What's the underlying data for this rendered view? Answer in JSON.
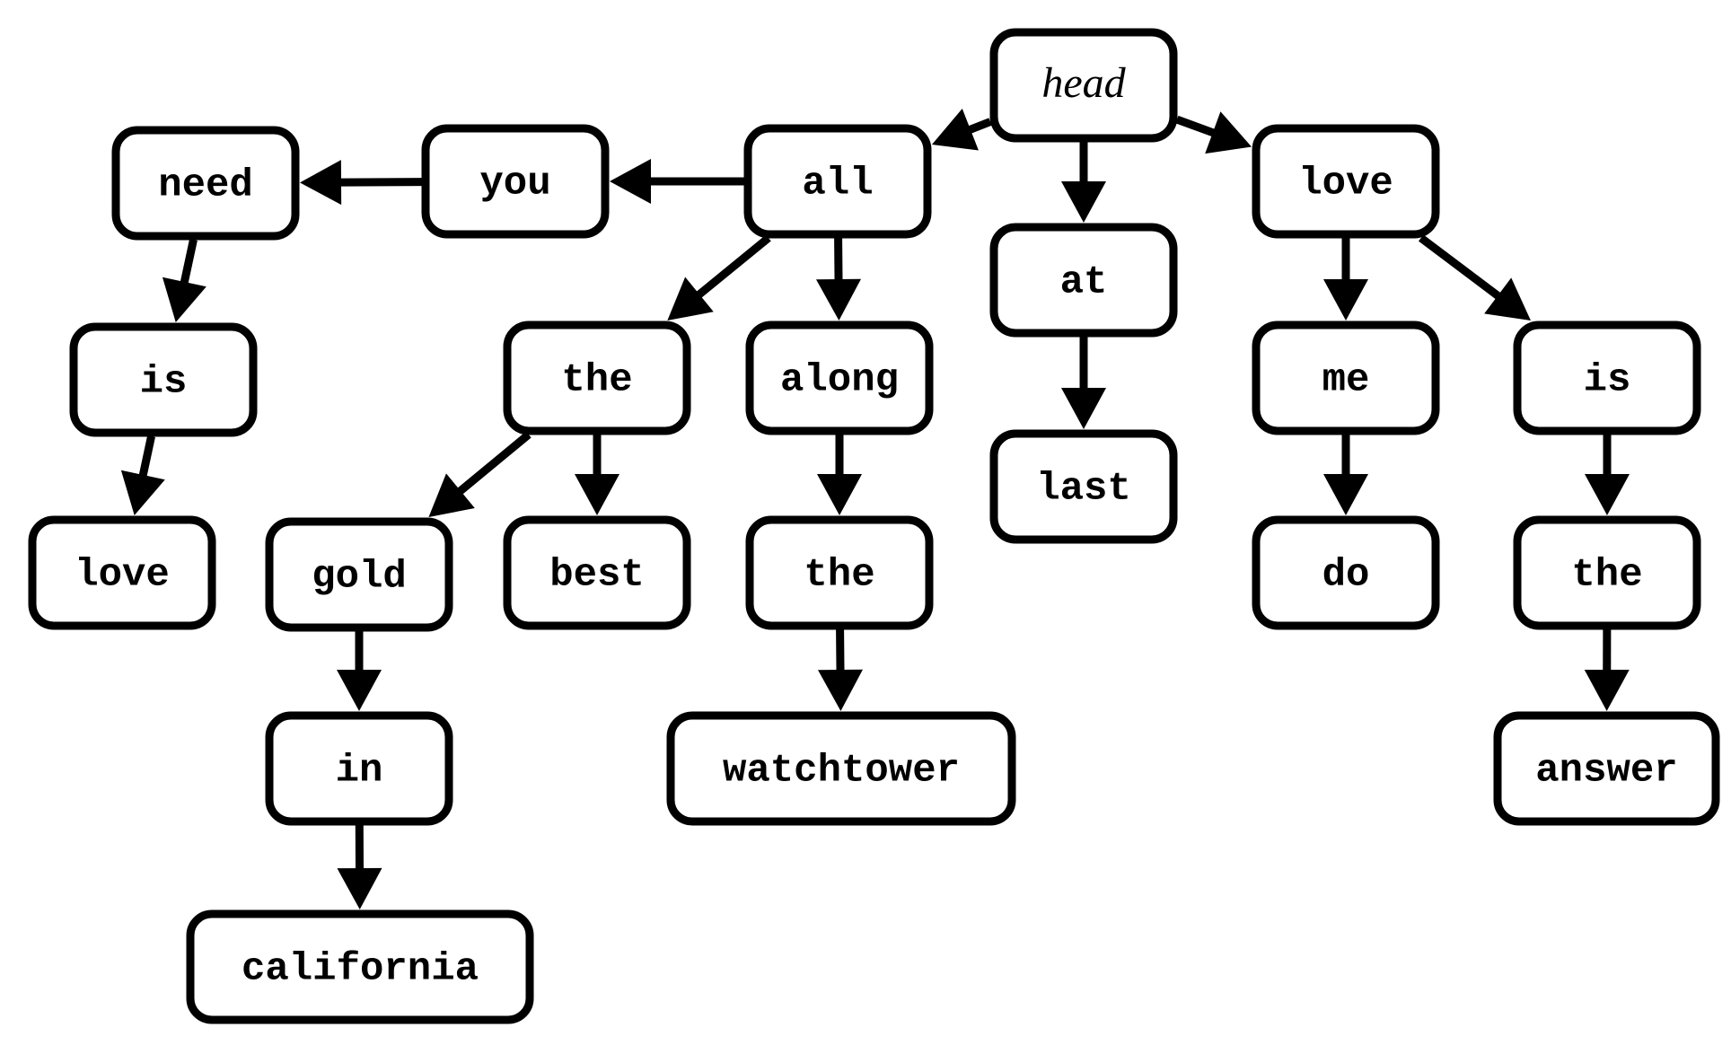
{
  "diagram": {
    "type": "tree",
    "colors": {
      "stroke": "#000000",
      "fill": "#ffffff",
      "text": "#000000"
    },
    "nodes": [
      {
        "id": "head",
        "label": "head",
        "style": "italic"
      },
      {
        "id": "all",
        "label": "all"
      },
      {
        "id": "you",
        "label": "you"
      },
      {
        "id": "need",
        "label": "need"
      },
      {
        "id": "is1",
        "label": "is"
      },
      {
        "id": "love1",
        "label": "love"
      },
      {
        "id": "the1",
        "label": "the"
      },
      {
        "id": "gold",
        "label": "gold"
      },
      {
        "id": "in",
        "label": "in"
      },
      {
        "id": "california",
        "label": "california"
      },
      {
        "id": "best",
        "label": "best"
      },
      {
        "id": "along",
        "label": "along"
      },
      {
        "id": "the2",
        "label": "the"
      },
      {
        "id": "watchtower",
        "label": "watchtower"
      },
      {
        "id": "at",
        "label": "at"
      },
      {
        "id": "last",
        "label": "last"
      },
      {
        "id": "love2",
        "label": "love"
      },
      {
        "id": "me",
        "label": "me"
      },
      {
        "id": "do",
        "label": "do"
      },
      {
        "id": "is2",
        "label": "is"
      },
      {
        "id": "the3",
        "label": "the"
      },
      {
        "id": "answer",
        "label": "answer"
      }
    ],
    "edges": [
      {
        "from": "head",
        "to": "all"
      },
      {
        "from": "head",
        "to": "at"
      },
      {
        "from": "head",
        "to": "love2"
      },
      {
        "from": "all",
        "to": "you"
      },
      {
        "from": "you",
        "to": "need"
      },
      {
        "from": "need",
        "to": "is1"
      },
      {
        "from": "is1",
        "to": "love1"
      },
      {
        "from": "all",
        "to": "the1"
      },
      {
        "from": "all",
        "to": "along"
      },
      {
        "from": "the1",
        "to": "gold"
      },
      {
        "from": "the1",
        "to": "best"
      },
      {
        "from": "gold",
        "to": "in"
      },
      {
        "from": "in",
        "to": "california"
      },
      {
        "from": "along",
        "to": "the2"
      },
      {
        "from": "the2",
        "to": "watchtower"
      },
      {
        "from": "at",
        "to": "last"
      },
      {
        "from": "love2",
        "to": "me"
      },
      {
        "from": "love2",
        "to": "is2"
      },
      {
        "from": "me",
        "to": "do"
      },
      {
        "from": "is2",
        "to": "the3"
      },
      {
        "from": "the3",
        "to": "answer"
      }
    ]
  }
}
